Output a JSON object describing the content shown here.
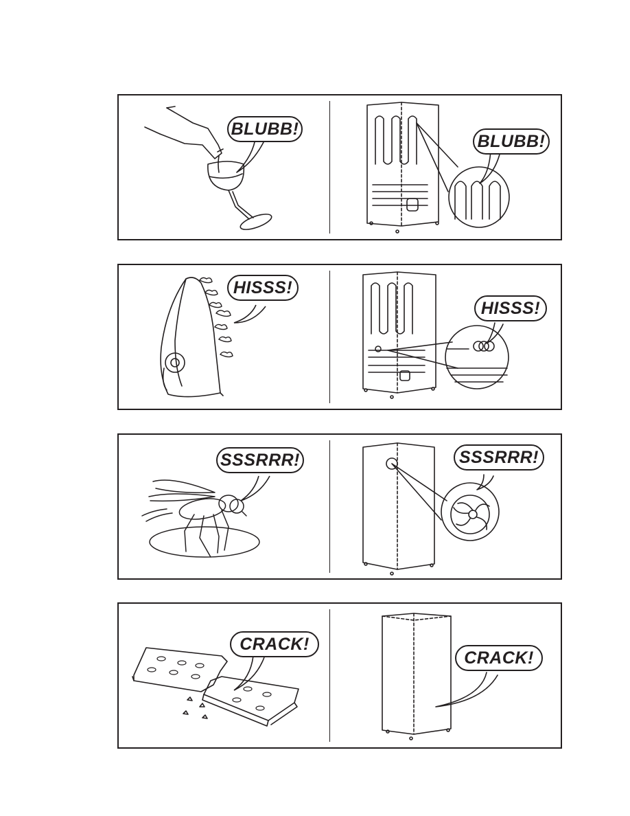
{
  "panels": [
    {
      "id": "blubb",
      "left_sound": "BLUBB!",
      "right_sound": "BLUBB!",
      "left_icon": "wine-glass-pouring-icon",
      "right_icon": "fridge-tubing-detail-icon"
    },
    {
      "id": "hisss",
      "left_sound": "HISSS!",
      "right_sound": "HISSS!",
      "left_icon": "steam-iron-icon",
      "right_icon": "fridge-coil-detail-icon"
    },
    {
      "id": "sssrrr",
      "left_sound": "SSSRRR!",
      "right_sound": "SSSRRR!",
      "left_icon": "fly-icon",
      "right_icon": "fridge-fan-detail-icon"
    },
    {
      "id": "crack",
      "left_sound": "CRACK!",
      "right_sound": "CRACK!",
      "left_icon": "cracker-breaking-icon",
      "right_icon": "fridge-cabinet-icon"
    }
  ],
  "colors": {
    "ink": "#231f20",
    "background": "#ffffff"
  }
}
